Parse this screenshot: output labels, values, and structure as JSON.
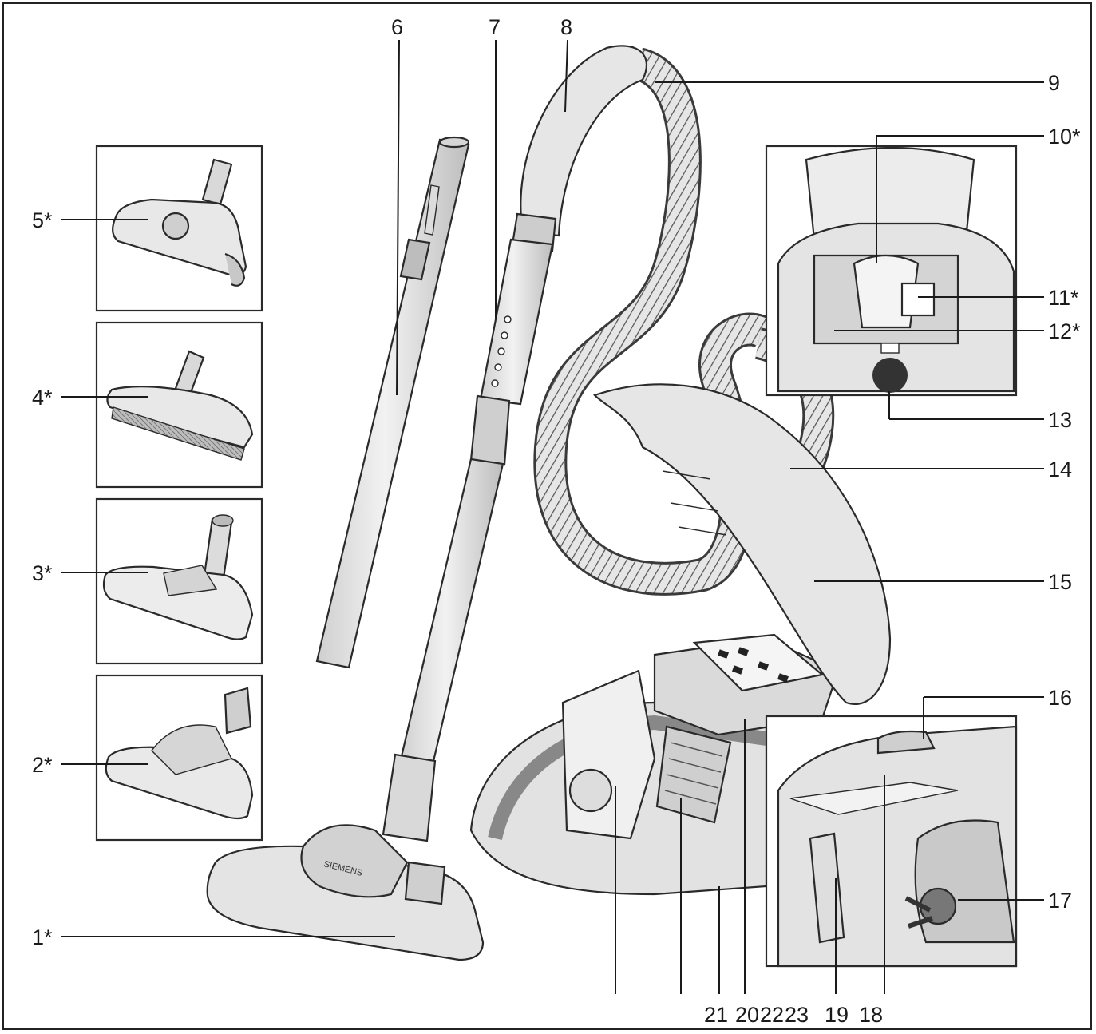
{
  "figure": {
    "labels": {
      "l1": "1*",
      "l2": "2*",
      "l3": "3*",
      "l4": "4*",
      "l5": "5*",
      "l6": "6",
      "l7": "7",
      "l8": "8",
      "l9": "9",
      "l10": "10*",
      "l11": "11*",
      "l12": "12*",
      "l13": "13",
      "l14": "14",
      "l15": "15",
      "l16": "16",
      "l17": "17",
      "l18": "18",
      "l19": "19",
      "l20": "20",
      "l21": "21",
      "l22": "22",
      "l23": "23"
    },
    "brand_text": "SIEMENS"
  }
}
